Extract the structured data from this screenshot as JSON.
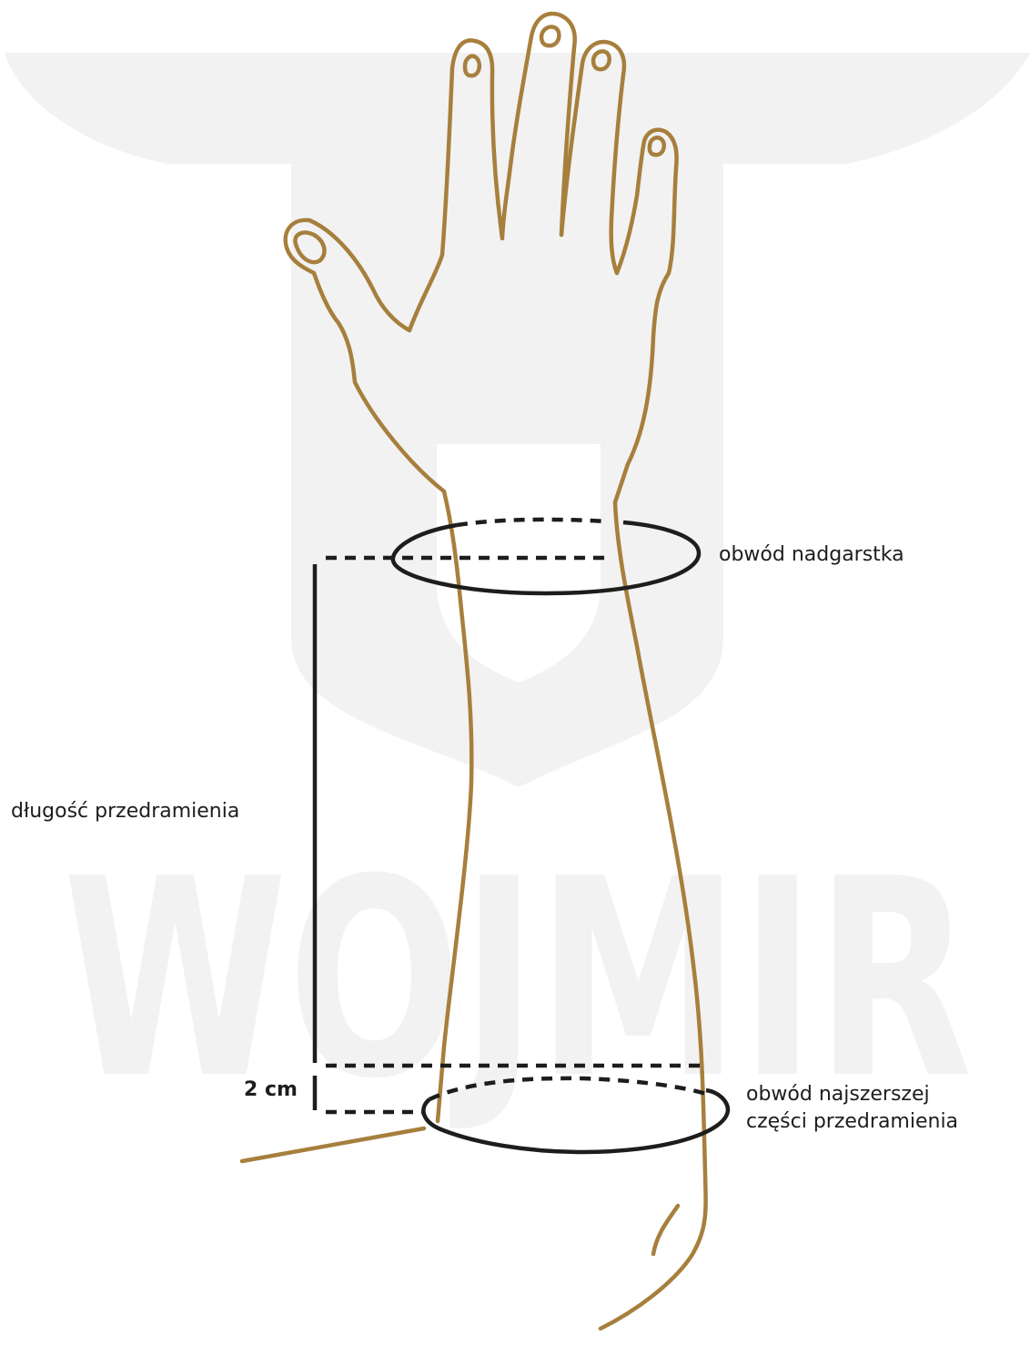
{
  "watermark": {
    "text": "WOJMIR",
    "color": "#f2f2f2"
  },
  "labels": {
    "wrist_circumference": "obwód nadgarstka",
    "forearm_length": "długość przedramienia",
    "offset": "2 cm",
    "widest_line1": "obwód najszerszej",
    "widest_line2": "części przedramienia"
  },
  "colors": {
    "arm_outline": "#a77f3d",
    "measure_lines": "#1d1d1b",
    "text": "#1d1d1b"
  }
}
